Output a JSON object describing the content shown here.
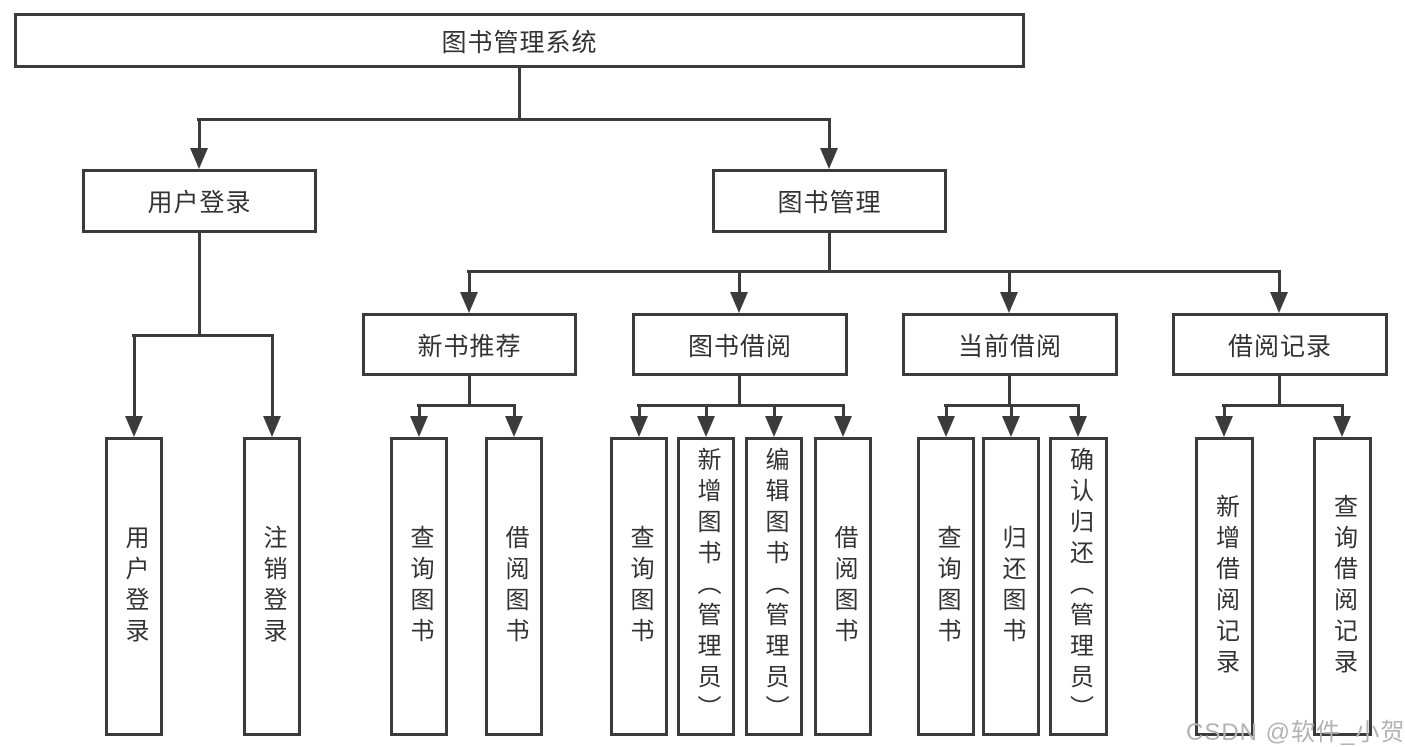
{
  "diagram": {
    "title": "图书管理系统",
    "root": {
      "label": "图书管理系统"
    },
    "level2": [
      {
        "label": "用户登录"
      },
      {
        "label": "图书管理"
      }
    ],
    "level3": [
      {
        "label": "新书推荐",
        "parent": "图书管理"
      },
      {
        "label": "图书借阅",
        "parent": "图书管理"
      },
      {
        "label": "当前借阅",
        "parent": "图书管理"
      },
      {
        "label": "借阅记录",
        "parent": "图书管理"
      }
    ],
    "leaves": [
      {
        "label": "用户登录",
        "parent": "用户登录"
      },
      {
        "label": "注销登录",
        "parent": "用户登录"
      },
      {
        "label": "查询图书",
        "parent": "新书推荐"
      },
      {
        "label": "借阅图书",
        "parent": "新书推荐"
      },
      {
        "label": "查询图书",
        "parent": "图书借阅"
      },
      {
        "label": "新增图书（管理员）",
        "parent": "图书借阅"
      },
      {
        "label": "编辑图书（管理员）",
        "parent": "图书借阅"
      },
      {
        "label": "借阅图书",
        "parent": "图书借阅"
      },
      {
        "label": "查询图书",
        "parent": "当前借阅"
      },
      {
        "label": "归还图书",
        "parent": "当前借阅"
      },
      {
        "label": "确认归还（管理员）",
        "parent": "当前借阅"
      },
      {
        "label": "新增借阅记录",
        "parent": "借阅记录"
      },
      {
        "label": "查询借阅记录",
        "parent": "借阅记录"
      }
    ]
  },
  "watermark": {
    "text": "CSDN @软件_小贺同学",
    "color": "#b3b3b3"
  },
  "colors": {
    "line": "#3b3b3b",
    "text": "#333333",
    "box_background": "#ffffff",
    "canvas_background": "#ffffff"
  }
}
